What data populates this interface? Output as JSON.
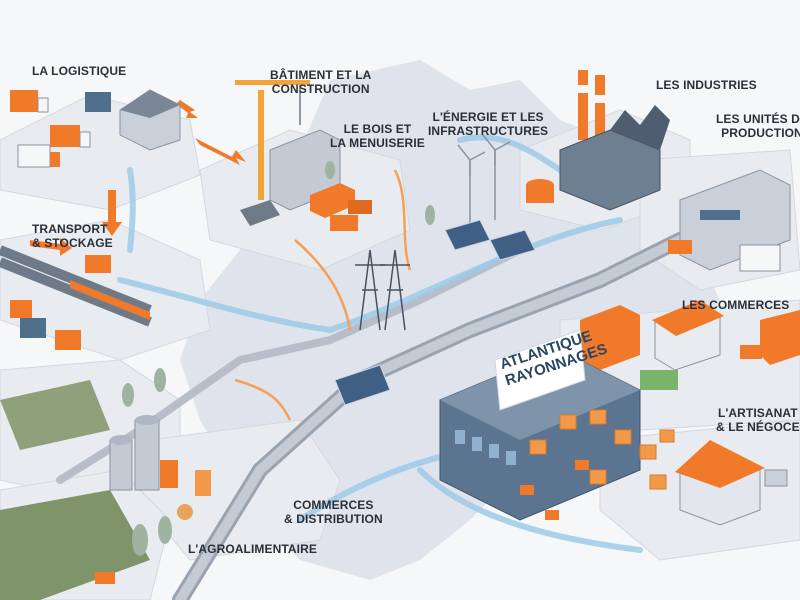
{
  "labels": {
    "logistique": "LA LOGISTIQUE",
    "transport_line1": "TRANSPORT",
    "transport_line2": "& STOCKAGE",
    "batiment_line1": "BÂTIMENT ET LA",
    "batiment_line2": "CONSTRUCTION",
    "bois_line1": "LE BOIS ET",
    "bois_line2": "LA MENUISERIE",
    "energie_line1": "L'ÉNERGIE ET LES",
    "energie_line2": "INFRASTRUCTURES",
    "industries": "LES INDUSTRIES",
    "unites_line1": "LES UNITÉS DE",
    "unites_line2": "PRODUCTION",
    "commerces": "LES COMMERCES",
    "artisanat_line1": "L'ARTISANAT",
    "artisanat_line2": "& LE NÉGOCE",
    "distribution_line1": "COMMERCES",
    "distribution_line2": "& DISTRIBUTION",
    "agro": "L'AGROALIMENTAIRE"
  },
  "sign": {
    "line1": "ATLANTIQUE",
    "line2": "RAYONNAGES"
  },
  "colors": {
    "accent_orange": "#f07a2a",
    "flow_blue": "#8fc6e8",
    "building_blue": "#4f6f8c",
    "ground": "#e3e7ed",
    "text": "#2b2f38"
  }
}
